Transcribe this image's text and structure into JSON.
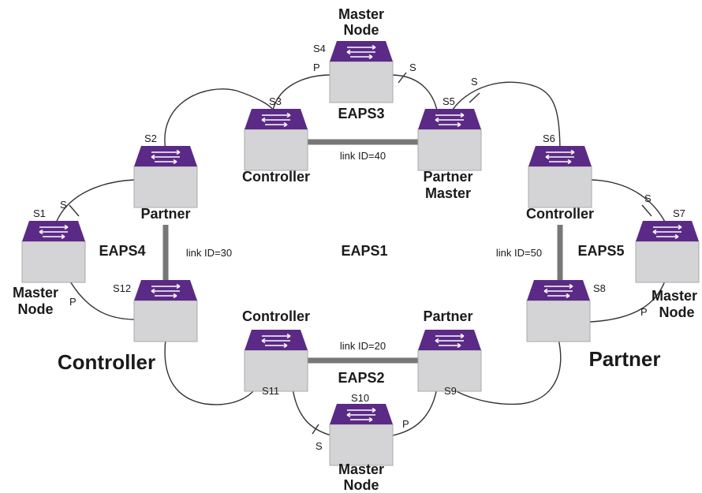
{
  "nodes": {
    "s1": "S1",
    "s2": "S2",
    "s3": "S3",
    "s4": "S4",
    "s5": "S5",
    "s6": "S6",
    "s7": "S7",
    "s8": "S8",
    "s9": "S9",
    "s10": "S10",
    "s11": "S11",
    "s12": "S12"
  },
  "rings": {
    "eaps1": "EAPS1",
    "eaps2": "EAPS2",
    "eaps3": "EAPS3",
    "eaps4": "EAPS4",
    "eaps5": "EAPS5"
  },
  "links": {
    "l20": "link ID=20",
    "l30": "link ID=30",
    "l40": "link ID=40",
    "l50": "link ID=50"
  },
  "roles": {
    "master_line1": "Master",
    "master_line2": "Node",
    "controller": "Controller",
    "partner": "Partner",
    "partner_master_line1": "Partner",
    "partner_master_line2": "Master"
  },
  "ports": {
    "primary": "P",
    "secondary": "S"
  },
  "colors": {
    "switch_top": "#5b2a86",
    "switch_body": "#d4d4d6",
    "shared_link": "#777777"
  }
}
